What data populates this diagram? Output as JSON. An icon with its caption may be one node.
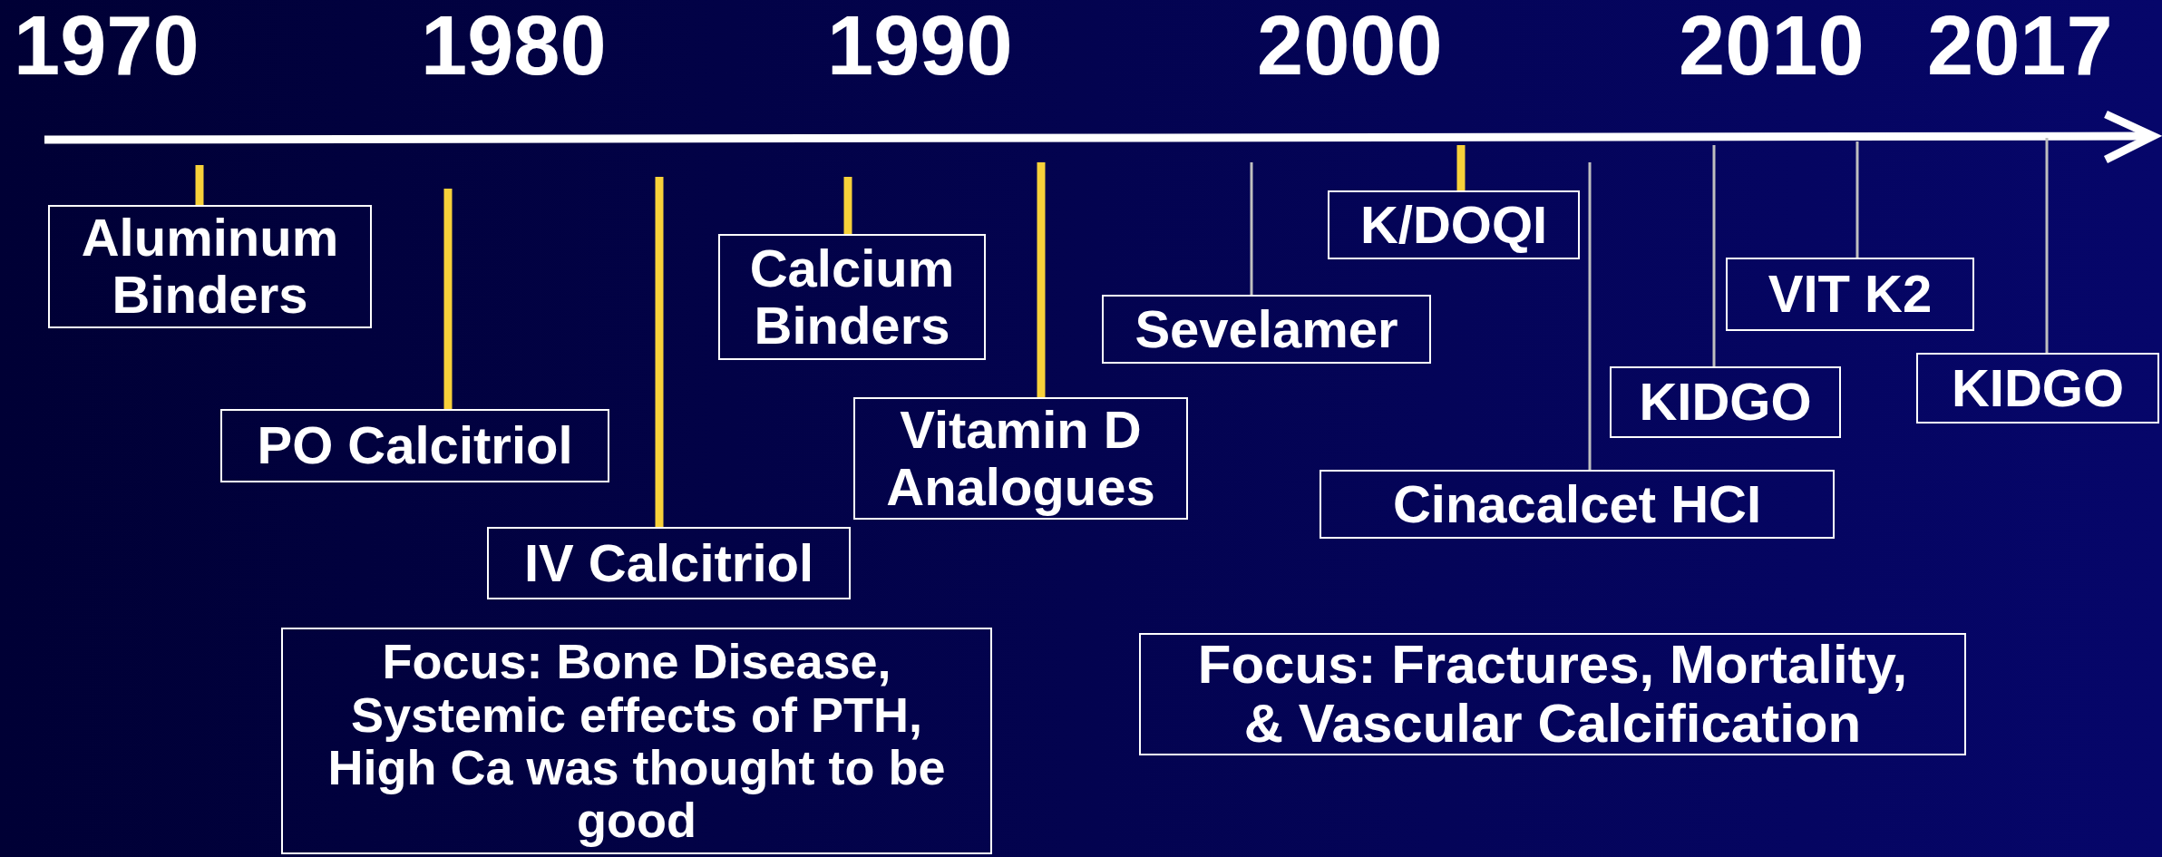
{
  "diagram": {
    "nodes": [
      {
        "text": [
          "Aluminum Binders"
        ]
      },
      {
        "text": [
          "PO Calcitriol"
        ]
      },
      {
        "text": [
          "IV Calcitriol"
        ]
      },
      {
        "text": [
          "Calcium Binders"
        ]
      },
      {
        "text": [
          "Vitamin D Analogues"
        ]
      },
      {
        "text": [
          "Sevelamer"
        ]
      },
      {
        "text": [
          "K/DOQI"
        ]
      },
      {
        "text": [
          "Cinacalcet HCI"
        ]
      },
      {
        "text": [
          "KIDGO"
        ]
      },
      {
        "text": [
          "VIT K2"
        ]
      },
      {
        "text": [
          "KIDGO"
        ]
      },
      {
        "text": [
          "Focus: Bone Disease, Systemic effects of PTH, High Ca was thought to be good"
        ]
      },
      {
        "text": [
          "Focus: Fractures, Mortality, & Vascular Calcification"
        ]
      }
    ],
    "edges": [
      {
        "from": null,
        "to": 0,
        "arrow": "none"
      },
      {
        "from": null,
        "to": 1,
        "arrow": "none"
      },
      {
        "from": null,
        "to": 2,
        "arrow": "none"
      },
      {
        "from": null,
        "to": 3,
        "arrow": "none"
      },
      {
        "from": null,
        "to": 4,
        "arrow": "none"
      },
      {
        "from": null,
        "to": 5,
        "arrow": "none",
        "color": "#bfbfbf"
      },
      {
        "from": null,
        "to": 6,
        "arrow": "none"
      },
      {
        "from": null,
        "to": 7,
        "arrow": "none",
        "color": "#bfbfbf"
      },
      {
        "from": null,
        "to": 8,
        "arrow": "none",
        "color": "#bfbfbf"
      },
      {
        "from": null,
        "to": 9,
        "arrow": "none",
        "color": "#bfbfbf"
      },
      {
        "from": null,
        "to": 10,
        "arrow": "none",
        "color": "#bfbfbf"
      }
    ],
    "labels": [
      "1970",
      "1980",
      "1990",
      "2000",
      "2010",
      "2017"
    ]
  }
}
